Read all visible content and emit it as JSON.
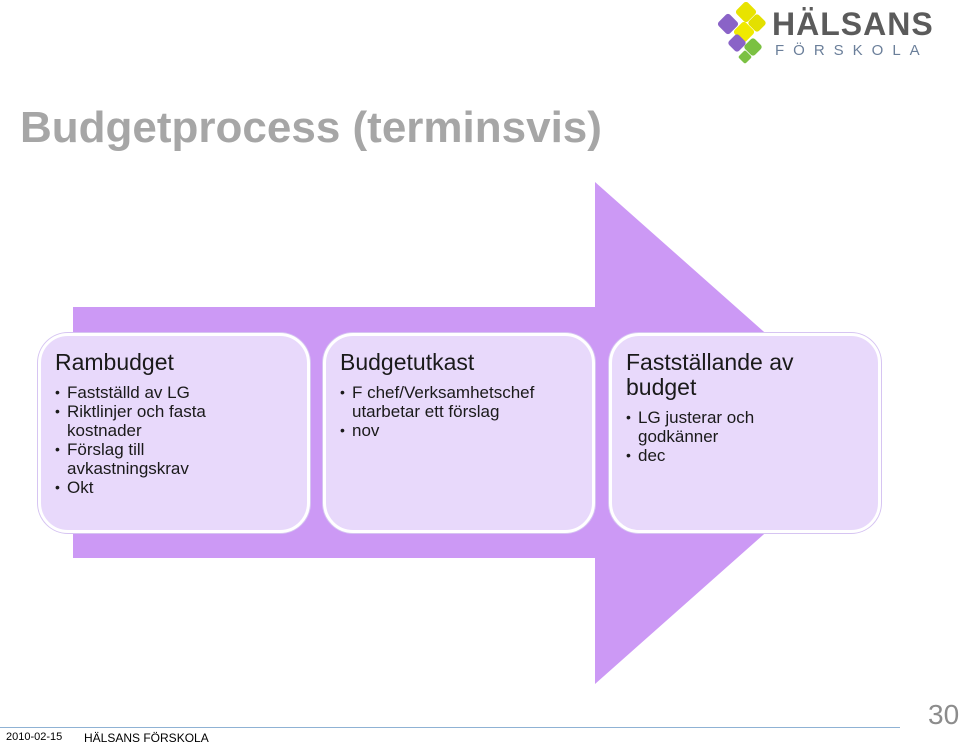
{
  "logo": {
    "name": "HÄLSANS",
    "sub": "FÖRSKOLA"
  },
  "slide": {
    "title": "Budgetprocess (terminsvis)",
    "arrow_color": "#cc99f5",
    "box_color": "#e8d9fb",
    "steps": [
      {
        "title": "Rambudget",
        "bullets": [
          "Fastställd av LG",
          "Riktlinjer och fasta kostnader",
          "Förslag till avkastningskrav",
          "Okt"
        ]
      },
      {
        "title": "Budgetutkast",
        "bullets": [
          "F chef/Verksamhetschef utarbetar ett förslag",
          "nov"
        ]
      },
      {
        "title": "Fastställande av budget",
        "bullets": [
          "LG justerar och godkänner",
          "dec"
        ]
      }
    ]
  },
  "footer": {
    "date": "2010-02-15",
    "org": "HÄLSANS FÖRSKOLA",
    "page": "30"
  }
}
